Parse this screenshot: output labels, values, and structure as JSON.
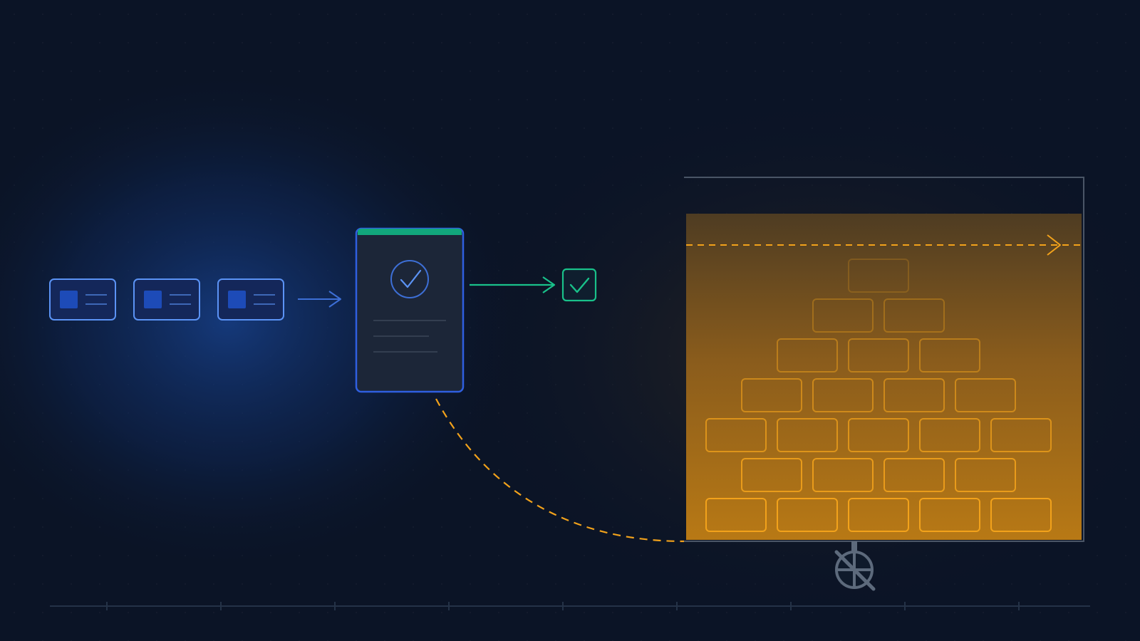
{
  "colors": {
    "background": "#0b1426",
    "glow_blue": "#12336e",
    "card_stroke": "#5b93f5",
    "card_fill": "#14275a",
    "card_square": "#1d4bb8",
    "arrow_blue": "#3d6fd6",
    "panel_fill": "#1c2638",
    "panel_stroke": "#2f5fe0",
    "panel_top_bar": "#12a77c",
    "check_green": "#19c18a",
    "amber": "#f2a21b",
    "amber_fill": "#a96f13",
    "container_stroke": "#4a5566",
    "axis": "#243247",
    "valve": "#5d6a7c"
  },
  "diagram": {
    "input_cards": [
      {
        "id": "input-card-1"
      },
      {
        "id": "input-card-2"
      },
      {
        "id": "input-card-3"
      }
    ],
    "validator": {
      "icon": "check-circle-icon",
      "text_lines": 3
    },
    "output": {
      "icon": "check-square-icon"
    },
    "pile": {
      "row_counts": [
        1,
        2,
        3,
        4,
        5,
        4,
        5
      ]
    },
    "valve": {
      "icon": "blocked-valve-icon"
    },
    "timeline": {
      "ticks": 9
    }
  }
}
